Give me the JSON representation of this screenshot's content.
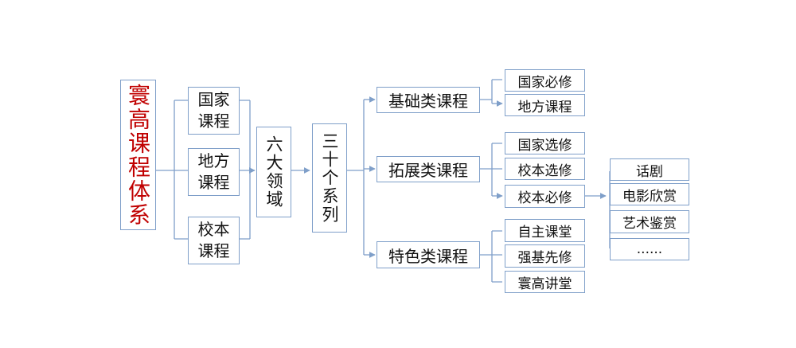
{
  "diagram": {
    "root": "寰高课程体系",
    "course_levels": [
      "国家\n课程",
      "地方\n课程",
      "校本\n课程"
    ],
    "six_domains": "六大领域",
    "thirty_series": "三十个系列",
    "categories": [
      {
        "label": "基础类课程",
        "items": [
          "国家必修",
          "地方课程"
        ]
      },
      {
        "label": "拓展类课程",
        "items": [
          "国家选修",
          "校本选修",
          "校本必修"
        ]
      },
      {
        "label": "特色类课程",
        "items": [
          "自主课堂",
          "强基先修",
          "寰高讲堂"
        ]
      }
    ],
    "electives": [
      "话剧",
      "电影欣赏",
      "艺术鉴赏",
      "......"
    ],
    "colors": {
      "root_text": "#c00000",
      "border": "#7f9fc9",
      "connector": "#7f9fc9",
      "text": "#111111"
    }
  }
}
